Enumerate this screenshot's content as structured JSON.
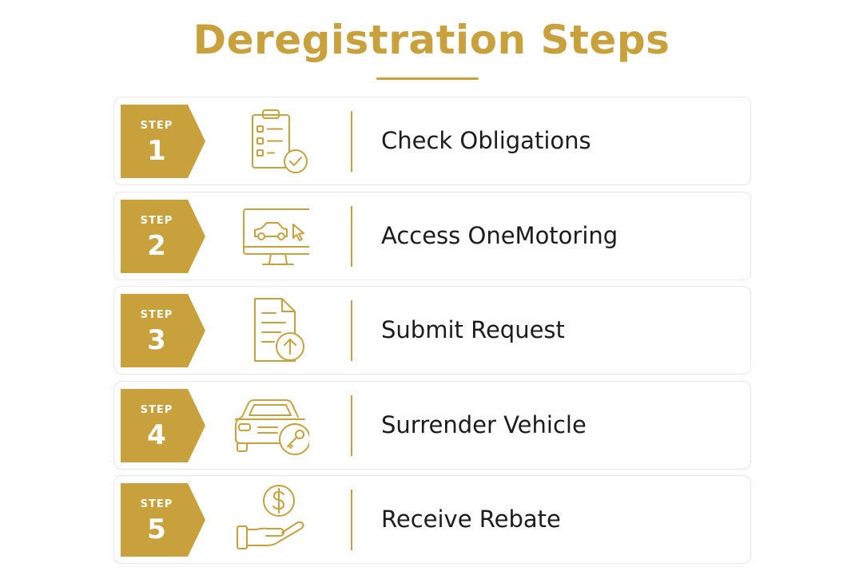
{
  "title": "Deregistration Steps",
  "colors": {
    "accent": "#c9a13c",
    "text": "#1c1c1c",
    "card_border": "#e6e6e6",
    "background": "#ffffff"
  },
  "steps": [
    {
      "badge_word": "STEP",
      "number": "1",
      "label": "Check Obligations",
      "icon": "checklist-clipboard-icon"
    },
    {
      "badge_word": "STEP",
      "number": "2",
      "label": "Access OneMotoring",
      "icon": "computer-monitor-car-icon"
    },
    {
      "badge_word": "STEP",
      "number": "3",
      "label": "Submit Request",
      "icon": "document-upload-icon"
    },
    {
      "badge_word": "STEP",
      "number": "4",
      "label": "Surrender Vehicle",
      "icon": "car-key-icon"
    },
    {
      "badge_word": "STEP",
      "number": "5",
      "label": "Receive Rebate",
      "icon": "hand-dollar-coin-icon"
    }
  ]
}
